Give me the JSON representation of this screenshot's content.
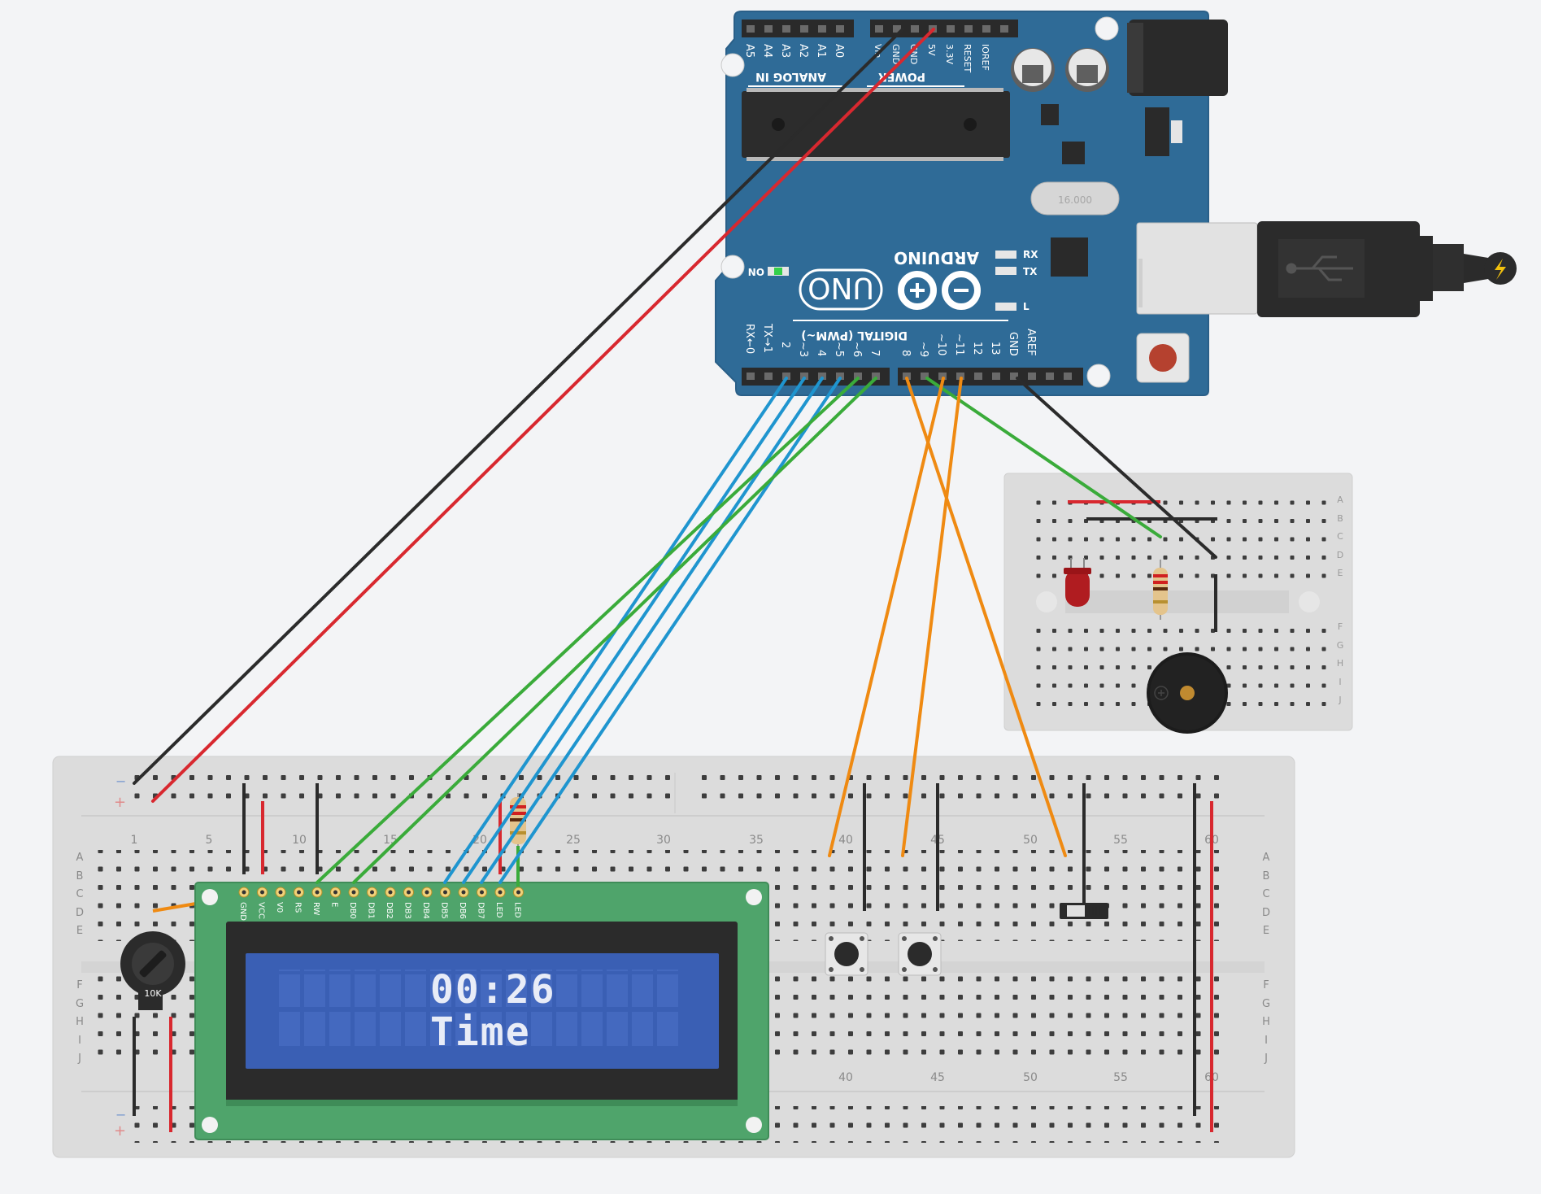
{
  "arduino": {
    "brand": "ARDUINO",
    "model": "UNO",
    "on_label": "ON",
    "rx_label": "RX",
    "tx_label": "TX",
    "l_label": "L",
    "analog_header": "ANALOG IN",
    "power_header": "POWER",
    "digital_header": "DIGITAL (PWM~)",
    "crystal_label": "16.000",
    "analog_pins": [
      "A5",
      "A4",
      "A3",
      "A2",
      "A1",
      "A0"
    ],
    "power_pins": [
      "Vin",
      "GND",
      "GND",
      "5V",
      "3.3V",
      "RESET",
      "IOREF"
    ],
    "digital_low_pins": [
      "RX←0",
      "TX→1",
      "2",
      "~3",
      "4",
      "~5",
      "~6",
      "7"
    ],
    "digital_high_pins": [
      "8",
      "~9",
      "~10",
      "~11",
      "12",
      "13",
      "GND",
      "AREF"
    ]
  },
  "lcd": {
    "pins": [
      "GND",
      "VCC",
      "V0",
      "RS",
      "RW",
      "E",
      "DB0",
      "DB1",
      "DB2",
      "DB3",
      "DB4",
      "DB5",
      "DB6",
      "DB7",
      "LED",
      "LED"
    ],
    "line1": "00:26",
    "line2": "Time"
  },
  "potentiometer": {
    "label": "10K"
  },
  "breadboard_main": {
    "column_numbers_top": [
      "1",
      "5",
      "10",
      "15",
      "20",
      "25",
      "30",
      "35",
      "40",
      "45",
      "50",
      "55",
      "60"
    ],
    "column_numbers_bottom": [
      "40",
      "45",
      "50",
      "55",
      "60"
    ],
    "row_letters_top": [
      "A",
      "B",
      "C",
      "D",
      "E"
    ],
    "row_letters_bottom": [
      "F",
      "G",
      "H",
      "I",
      "J"
    ],
    "rail_minus": "−",
    "rail_plus": "+"
  },
  "breadboard_small": {
    "row_letters_top": [
      "A",
      "B",
      "C",
      "D",
      "E"
    ],
    "row_letters_bottom": [
      "F",
      "G",
      "H",
      "I",
      "J"
    ]
  },
  "colors": {
    "board_blue": "#2f6b97",
    "wire_black": "#2b2b2b",
    "wire_red": "#d8282f",
    "wire_green": "#3aab3a",
    "wire_blue": "#1f95cf",
    "wire_orange": "#ef8a12",
    "lcd_pcb": "#4fa46b",
    "lcd_screen": "#3a5fb4"
  }
}
